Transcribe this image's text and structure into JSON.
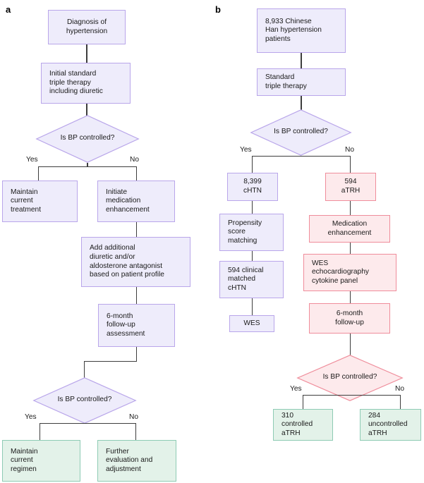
{
  "figure": {
    "panels": [
      {
        "id": "a",
        "label": "a",
        "nodes": [
          {
            "key": "a1",
            "text": "Diagnosis of\nhypertension",
            "style": "purple"
          },
          {
            "key": "a2",
            "text": "Initial standard\ntriple therapy\nincluding diuretic",
            "style": "purple"
          },
          {
            "key": "a3",
            "text": "Is BP controlled?",
            "style": "purple",
            "shape": "diamond"
          },
          {
            "key": "a4",
            "text": "Maintain\ncurrent\ntreatment",
            "style": "purple"
          },
          {
            "key": "a5",
            "text": "Initiate\nmedication\nenhancement",
            "style": "purple"
          },
          {
            "key": "a6",
            "text": "Add additional\ndiuretic and/or\naldosterone antagonist\nbased on patient profile",
            "style": "purple"
          },
          {
            "key": "a7",
            "text": "6-month\nfollow-up\nassessment",
            "style": "purple"
          },
          {
            "key": "a8",
            "text": "Is BP controlled?",
            "style": "purple",
            "shape": "diamond"
          },
          {
            "key": "a9",
            "text": "Maintain\ncurrent\nregimen",
            "style": "green"
          },
          {
            "key": "a10",
            "text": "Further\nevaluation and\nadjustment",
            "style": "green"
          }
        ],
        "branch_labels": {
          "d1_yes": "Yes",
          "d1_no": "No",
          "d2_yes": "Yes",
          "d2_no": "No"
        }
      },
      {
        "id": "b",
        "label": "b",
        "nodes": [
          {
            "key": "b1",
            "text": "8,933 Chinese\nHan hypertension\npatients",
            "style": "purple"
          },
          {
            "key": "b2",
            "text": "Standard\ntriple therapy",
            "style": "purple"
          },
          {
            "key": "b3",
            "text": "Is BP controlled?",
            "style": "purple",
            "shape": "diamond"
          },
          {
            "key": "b4",
            "text": "8,399\ncHTN",
            "style": "purple"
          },
          {
            "key": "b5",
            "text": "Propensity\nscore\nmatching",
            "style": "purple"
          },
          {
            "key": "b6",
            "text": "594 clinical\nmatched\ncHTN",
            "style": "purple"
          },
          {
            "key": "b7",
            "text": "WES",
            "style": "purple"
          },
          {
            "key": "b8",
            "text": "594\naTRH",
            "style": "red"
          },
          {
            "key": "b9",
            "text": "Medication\nenhancement",
            "style": "red"
          },
          {
            "key": "b10",
            "text": "WES\nechocardiography\ncytokine panel",
            "style": "red"
          },
          {
            "key": "b11",
            "text": "6-month\nfollow-up",
            "style": "red"
          },
          {
            "key": "b12",
            "text": "Is BP controlled?",
            "style": "red",
            "shape": "diamond"
          },
          {
            "key": "b13",
            "text": "310\ncontrolled\naTRH",
            "style": "green"
          },
          {
            "key": "b14",
            "text": "284\nuncontrolled\naTRH",
            "style": "green"
          }
        ],
        "branch_labels": {
          "d1_yes": "Yes",
          "d1_no": "No",
          "d2_yes": "Yes",
          "d2_no": "No"
        }
      }
    ],
    "colors": {
      "purple_fill": "#eeecfb",
      "purple_stroke": "#b9a6ea",
      "red_fill": "#fdeaec",
      "red_stroke": "#ef8d9b",
      "green_fill": "#e3f2e9",
      "green_stroke": "#8ecbb4",
      "connector": "#3d3d3d",
      "text": "#1a1a1a"
    }
  }
}
